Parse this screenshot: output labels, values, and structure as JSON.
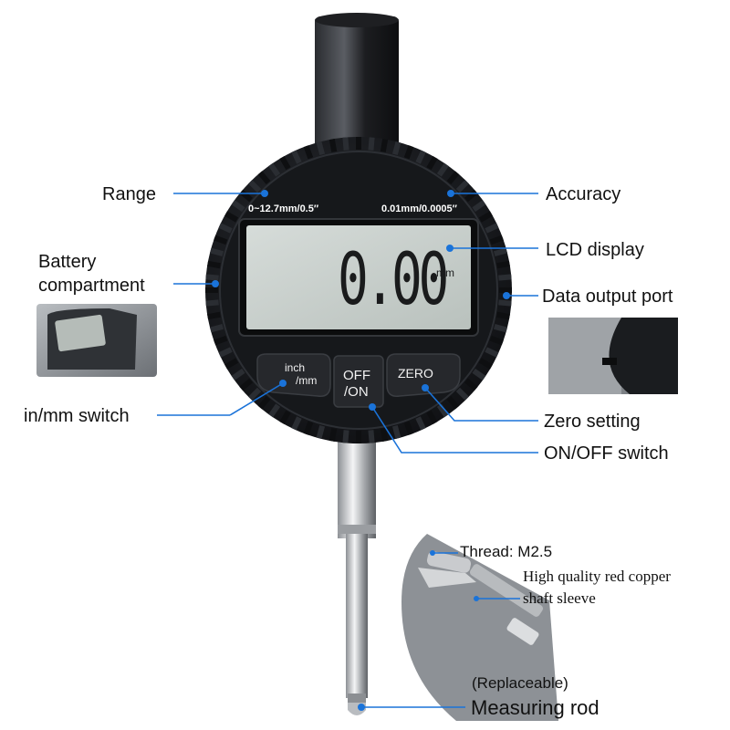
{
  "device": {
    "range_print": "0~12.7mm/0.5″",
    "accuracy_print": "0.01mm/0.0005″",
    "reading": "0.00",
    "unit": "mm",
    "btn_inch": "inch",
    "btn_mm": "/mm",
    "btn_off": "OFF",
    "btn_on": "/ON",
    "btn_zero": "ZERO"
  },
  "labels": {
    "range": "Range",
    "accuracy": "Accuracy",
    "battery_1": "Battery",
    "battery_2": "compartment",
    "lcd": "LCD display",
    "data_port": "Data output port",
    "in_mm": "in/mm switch",
    "zero_setting": "Zero setting",
    "onoff": "ON/OFF switch",
    "thread": "Thread: M2.5",
    "copper_1": "High quality red copper",
    "copper_2": "shaft sleeve",
    "replaceable": "(Replaceable)",
    "measuring_rod": "Measuring rod"
  },
  "colors": {
    "leader": "#1a73d9",
    "body": "#1b1d21",
    "lcd": "#c9d0cc"
  }
}
